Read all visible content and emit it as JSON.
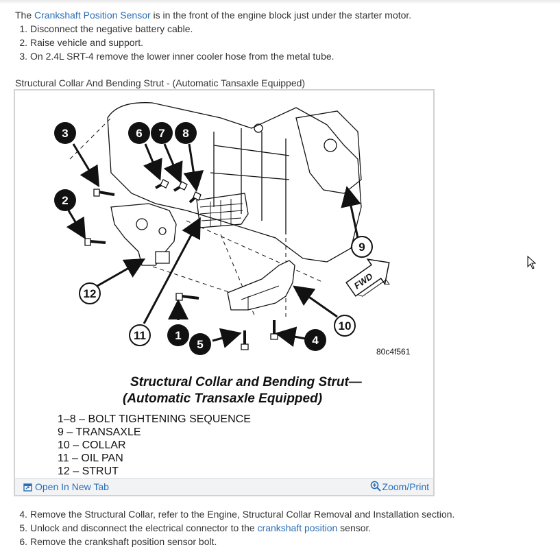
{
  "intro": {
    "prefix": "The ",
    "link": "Crankshaft Position Sensor",
    "suffix": " is in the front of the engine block just under the starter motor."
  },
  "steps_before": [
    {
      "num": "1.",
      "text": "Disconnect the negative battery cable."
    },
    {
      "num": "2.",
      "text": "Raise vehicle and support."
    },
    {
      "num": "3.",
      "text": "On 2.4L SRT-4 remove the lower inner cooler hose from the metal tube."
    }
  ],
  "figure": {
    "caption": "Structural Collar And Bending Strut - (Automatic Tansaxle Equipped)",
    "image_code": "80c4f561",
    "title_line1": "Structural Collar and Bending Strut—",
    "title_line2": "(Automatic Transaxle Equipped)",
    "legend": [
      "1–8 – BOLT TIGHTENING SEQUENCE",
      "9 – TRANSAXLE",
      "10 – COLLAR",
      "11 – OIL PAN",
      "12 – STRUT"
    ],
    "fwd_label": "FWD",
    "callouts": {
      "c1": "1",
      "c2": "2",
      "c3": "3",
      "c4": "4",
      "c5": "5",
      "c6": "6",
      "c7": "7",
      "c8": "8",
      "c9": "9",
      "c10": "10",
      "c11": "11",
      "c12": "12"
    },
    "toolbar": {
      "open_label": "Open In New Tab",
      "open_icon": "external-window-icon",
      "zoom_label": "Zoom/Print",
      "zoom_icon": "zoom-icon"
    }
  },
  "steps_after": [
    {
      "num": "4.",
      "text": "Remove the Structural Collar, refer to the Engine, Structural Collar Removal and Installation section."
    },
    {
      "num": "5.",
      "prefix": "Unlock and disconnect the electrical connector to the ",
      "link": "crankshaft position",
      "suffix": " sensor."
    },
    {
      "num": "6.",
      "text": "Remove the crankshaft position sensor bolt."
    }
  ],
  "colors": {
    "link": "#2a6db5",
    "text": "#333333",
    "figure_border": "#d2d2d2"
  }
}
